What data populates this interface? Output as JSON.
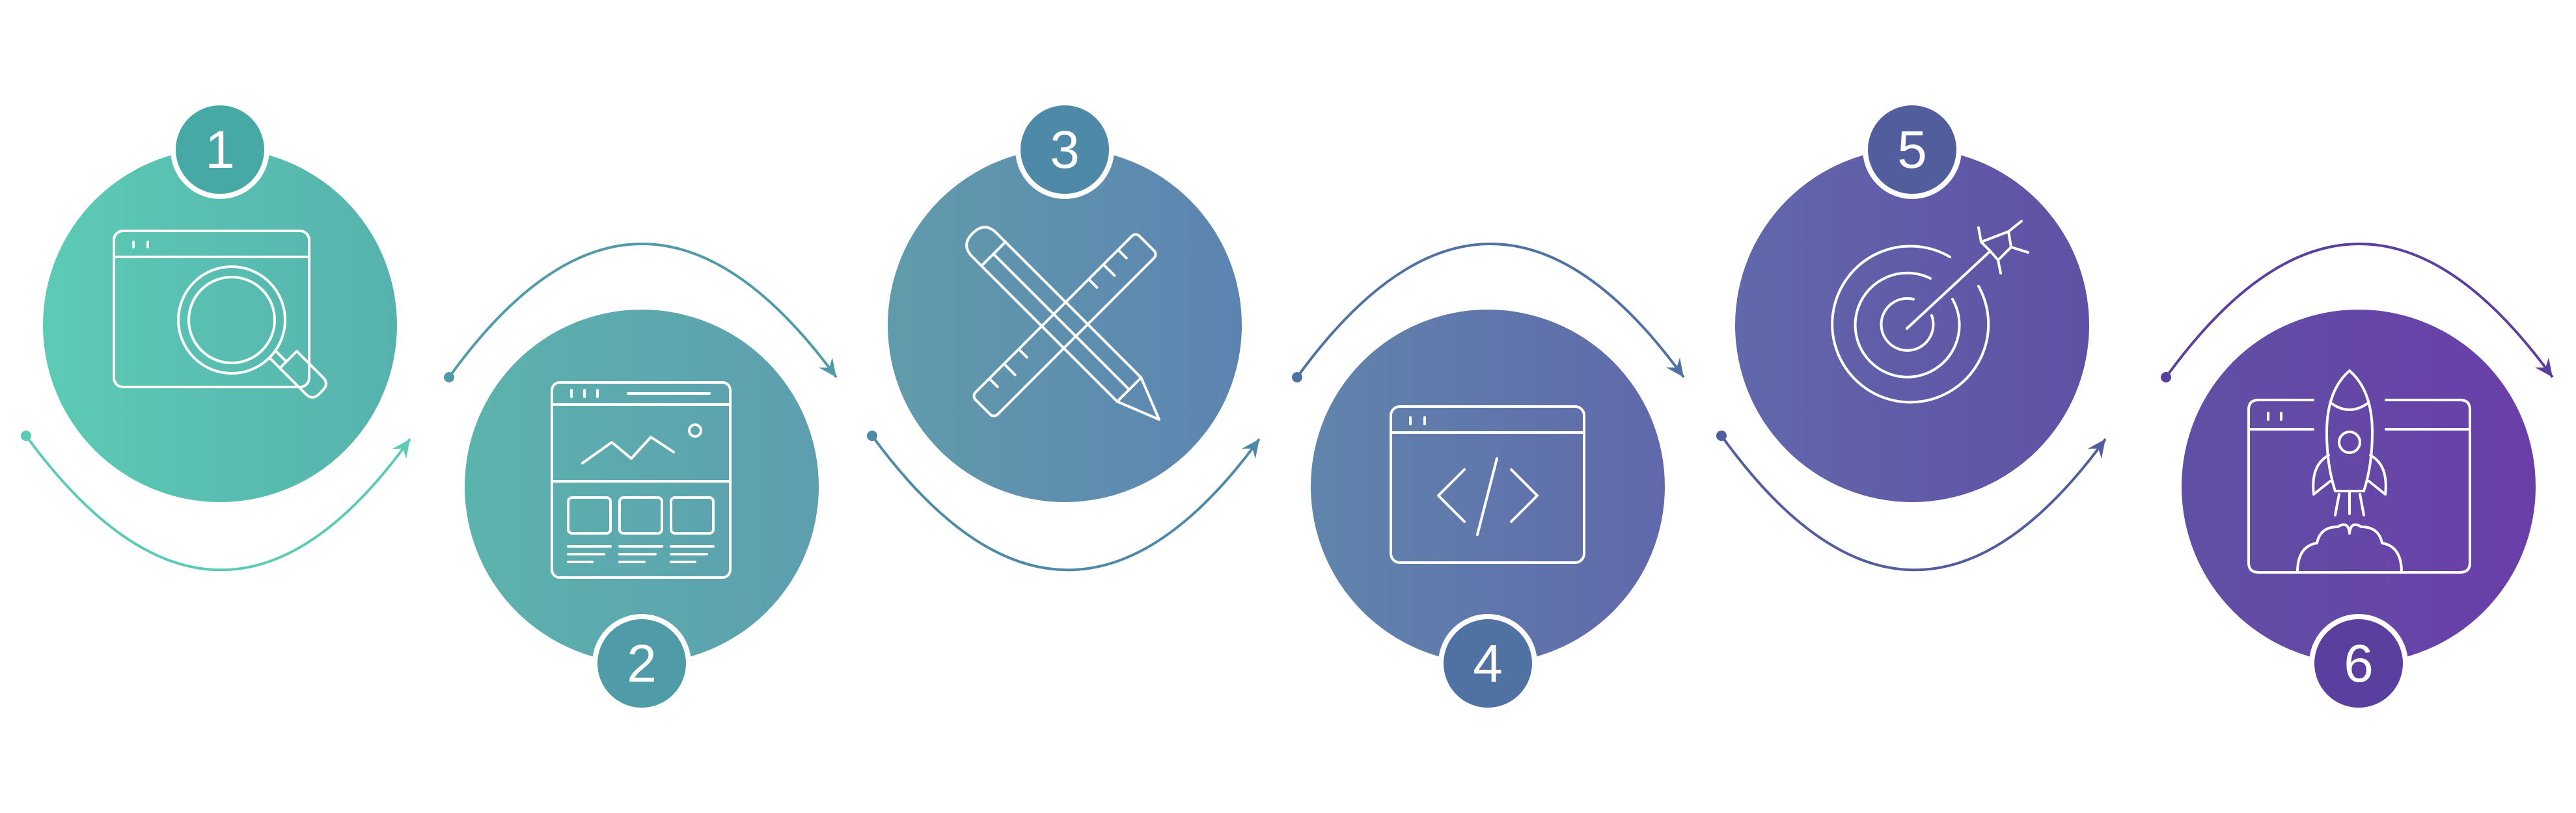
{
  "steps": [
    {
      "number": "1",
      "icon": "magnifier-window-icon",
      "color_from": "#5ccbb5",
      "color_to": "#56b2ad",
      "badge_color": "#47a9a6"
    },
    {
      "number": "2",
      "icon": "website-layout-icon",
      "color_from": "#5cb3ad",
      "color_to": "#5d9eaf",
      "badge_color": "#4f9ba8"
    },
    {
      "number": "3",
      "icon": "ruler-pencil-icon",
      "color_from": "#619bab",
      "color_to": "#5c84b1",
      "badge_color": "#4e89a8"
    },
    {
      "number": "4",
      "icon": "code-window-icon",
      "color_from": "#6085ac",
      "color_to": "#6068ab",
      "badge_color": "#4f72a2"
    },
    {
      "number": "5",
      "icon": "target-arrow-icon",
      "color_from": "#6168ab",
      "color_to": "#6050a5",
      "badge_color": "#515d9c"
    },
    {
      "number": "6",
      "icon": "rocket-launch-icon",
      "color_from": "#6050a5",
      "color_to": "#6a3ea8",
      "badge_color": "#5a3f9e"
    }
  ],
  "arc_colors": [
    "#5ccbb5",
    "#4f9ba8",
    "#4e89a8",
    "#4f72a2",
    "#515d9c",
    "#5a3f9e"
  ]
}
